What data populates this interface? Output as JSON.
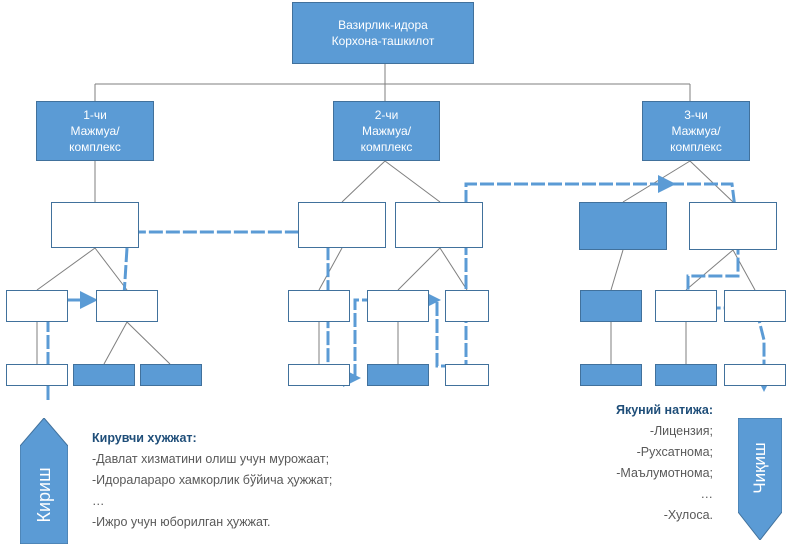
{
  "top": {
    "line1": "Вазирлик-идора",
    "line2": "Корхона-ташкилот"
  },
  "complexes": [
    {
      "line1": "1-чи",
      "line2": "Мажмуа/",
      "line3": "комплекс"
    },
    {
      "line1": "2-чи",
      "line2": "Мажмуа/",
      "line3": "комплекс"
    },
    {
      "line1": "3-чи",
      "line2": "Мажмуа/",
      "line3": "комплекс"
    }
  ],
  "input_label": "Кириш",
  "output_label": "Чиқиш",
  "input_docs": {
    "heading": "Кирувчи хужжат:",
    "items": [
      "-Давлат хизматини олиш учун мурожаат;",
      "-Идоралараро хамкорлик бўйича ҳужжат;",
      "…",
      "-Ижро учун юборилган ҳужжат."
    ]
  },
  "final_result": {
    "heading": "Якуний натижа:",
    "items": [
      "-Лицензия;",
      "-Рухсатнома;",
      "-Маълумотнома;",
      "…",
      "-Хулоса."
    ]
  },
  "colors": {
    "box_fill": "#5b9bd5",
    "box_border": "#41719c",
    "flow_arrow": "#5b9bd5",
    "heading": "#1f4e79"
  }
}
